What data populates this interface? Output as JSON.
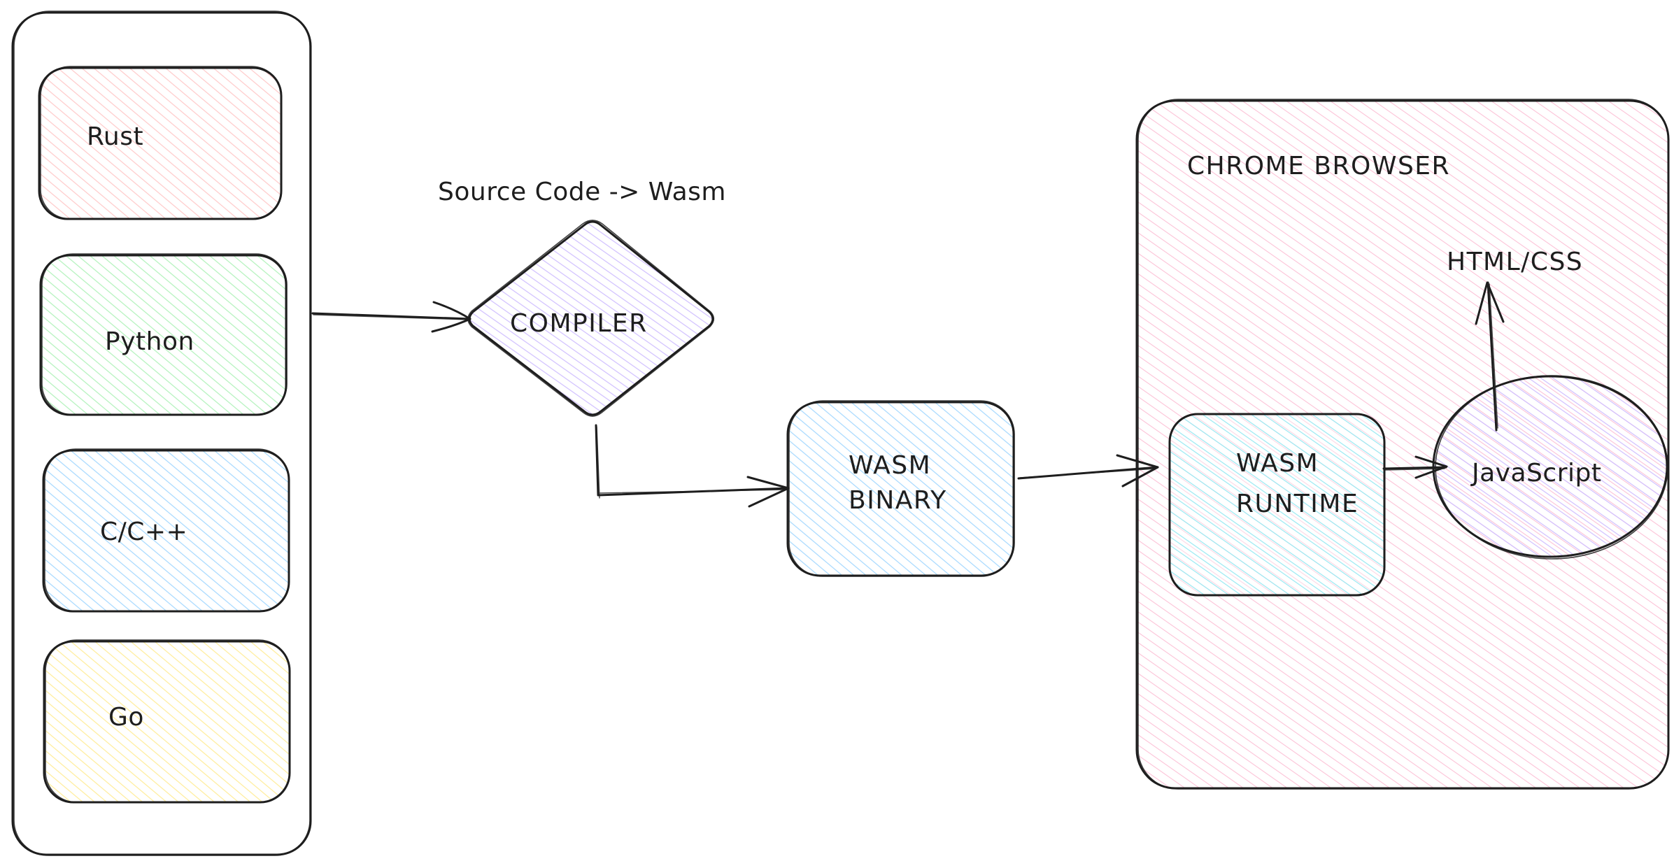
{
  "diagram": {
    "title": "Source Code -> Wasm",
    "source_languages": {
      "container_label": "",
      "items": [
        {
          "id": "rust",
          "label": "Rust",
          "fill_color": "#ffc9c9"
        },
        {
          "id": "python",
          "label": "Python",
          "fill_color": "#b2f2bb"
        },
        {
          "id": "c-cpp",
          "label": "C/C++",
          "fill_color": "#a5d8ff"
        },
        {
          "id": "go",
          "label": "Go",
          "fill_color": "#ffec99"
        }
      ]
    },
    "compiler": {
      "label": "COMPILER",
      "fill_color": "#d0bfff",
      "shape": "diamond"
    },
    "wasm_binary": {
      "line1": "WASM",
      "line2": "BINARY",
      "fill_color": "#a5d8ff"
    },
    "browser": {
      "label": "CHROME BROWSER",
      "fill_color": "#fcc2d7",
      "runtime": {
        "line1": "WASM",
        "line2": "RUNTIME",
        "fill_color": "#99e9f2"
      },
      "javascript": {
        "label": "JavaScript",
        "fill_color": "#d0bfff",
        "shape": "ellipse"
      },
      "output": {
        "label": "HTML/CSS"
      }
    },
    "connections": [
      {
        "from": "source_languages",
        "to": "compiler"
      },
      {
        "from": "compiler",
        "to": "wasm_binary"
      },
      {
        "from": "wasm_binary",
        "to": "runtime"
      },
      {
        "from": "runtime",
        "to": "javascript"
      },
      {
        "from": "javascript",
        "to": "html_css"
      }
    ],
    "stroke_color": "#1e1e1e",
    "background_color": "#ffffff"
  }
}
